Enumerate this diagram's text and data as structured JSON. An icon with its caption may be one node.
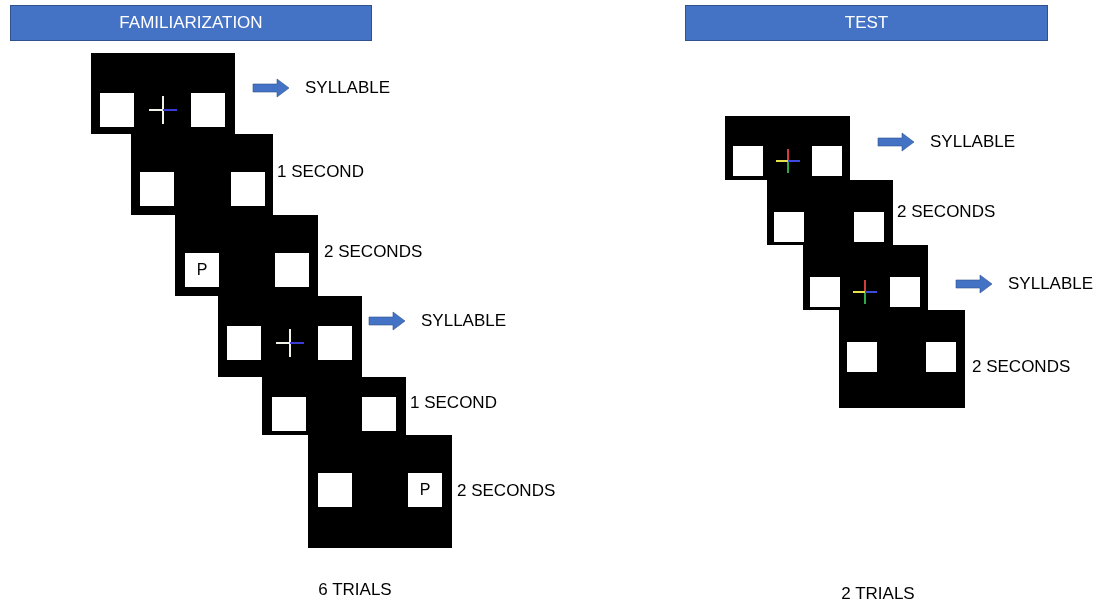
{
  "diagram": {
    "nodes": [
      {
        "text": [
          "FAMILIARIZATION"
        ]
      },
      {
        "text": [],
        "shape": "box"
      },
      {
        "text": [],
        "shape": "box",
        "beside": [
          "1 SECOND"
        ]
      },
      {
        "text": [
          "P"
        ],
        "beside": [
          "2 SECONDS"
        ]
      },
      {
        "text": [],
        "shape": "box"
      },
      {
        "text": [],
        "shape": "box",
        "beside": [
          "1 SECOND"
        ]
      },
      {
        "text": [
          "P"
        ],
        "beside": [
          "2 SECONDS"
        ]
      },
      {
        "text": [
          "TEST"
        ]
      },
      {
        "text": [],
        "shape": "box"
      },
      {
        "text": [],
        "shape": "box",
        "beside": [
          "2 SECONDS"
        ]
      },
      {
        "text": [],
        "shape": "box"
      },
      {
        "text": [],
        "shape": "box",
        "beside": [
          "2 SECONDS"
        ]
      }
    ],
    "labels": [
      "SYLLABLE",
      "SYLLABLE",
      "6 TRIALS",
      "SYLLABLE",
      "SYLLABLE",
      "2 TRIALS"
    ]
  }
}
